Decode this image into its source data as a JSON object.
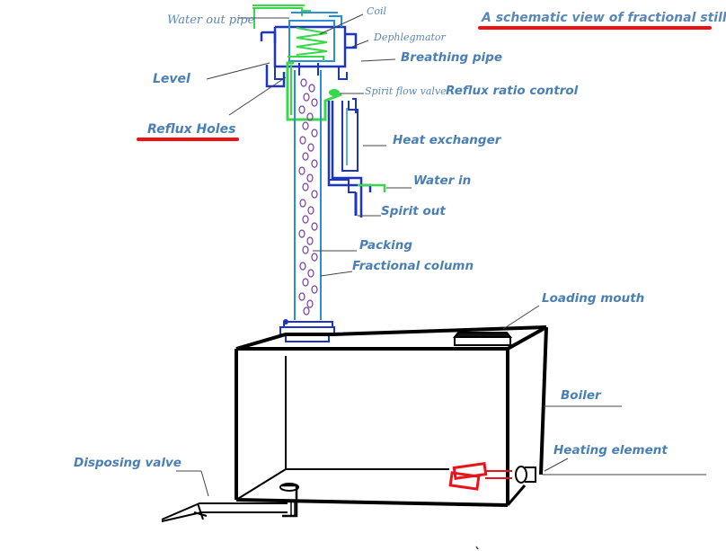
{
  "diagram": {
    "title": "A schematic view of fractional still.",
    "labels": {
      "water_out_pipe": "Water out pipe",
      "coil": "Coil",
      "dephlegmator": "Dephlegmator",
      "breathing_pipe": "Breathing pipe",
      "level": "Level",
      "spirit_flow_valve": "Spirit flow valve",
      "reflux_ratio_control": "Reflux ratio control",
      "reflux_holes": "Reflux Holes",
      "heat_exchanger": "Heat exchanger",
      "water_in": "Water in",
      "spirit_out": "Spirit out",
      "packing": "Packing",
      "fractional_column": "Fractional column",
      "loading_mouth": "Loading mouth",
      "boiler": "Boiler",
      "heating_element": "Heating element",
      "disposing_valve": "Disposing valve"
    },
    "colors": {
      "label": "#4a7fb5",
      "underline": "#ee1111",
      "pipe_blue": "#1c35c4",
      "pipe_lightblue": "#2a8fd6",
      "pipe_green": "#38d84a",
      "packing": "#7a3aa8",
      "heater": "#e8141c",
      "boiler": "#000000"
    }
  }
}
